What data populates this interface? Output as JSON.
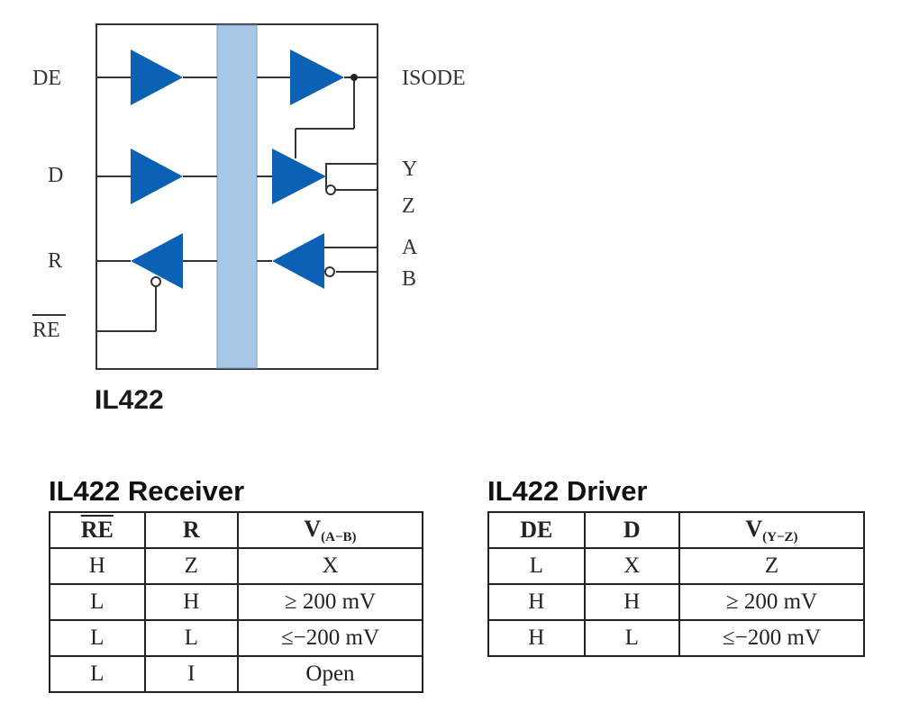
{
  "diagram": {
    "pins_left": {
      "de": "DE",
      "d": "D",
      "r": "R",
      "re": "RE"
    },
    "pins_right": {
      "isode": "ISODE",
      "y": "Y",
      "z": "Z",
      "a": "A",
      "b": "B"
    },
    "chip_name": "IL422",
    "colors": {
      "buffer": "#0b62b5",
      "isolation_barrier": "#a8c8e8",
      "line": "#333333"
    }
  },
  "receiver_table": {
    "title": "IL422 Receiver",
    "headers": {
      "re": "RE",
      "r": "R",
      "v_main": "V",
      "v_sub": "(A−B)"
    },
    "rows": [
      {
        "re": "H",
        "r": "Z",
        "v": "X"
      },
      {
        "re": "L",
        "r": "H",
        "v": "≥ 200 mV"
      },
      {
        "re": "L",
        "r": "L",
        "v": "≤−200 mV"
      },
      {
        "re": "L",
        "r": "I",
        "v": "Open"
      }
    ]
  },
  "driver_table": {
    "title": "IL422 Driver",
    "headers": {
      "de": "DE",
      "d": "D",
      "v_main": "V",
      "v_sub": "(Y−Z)"
    },
    "rows": [
      {
        "de": "L",
        "d": "X",
        "v": "Z"
      },
      {
        "de": "H",
        "d": "H",
        "v": "≥ 200 mV"
      },
      {
        "de": "H",
        "d": "L",
        "v": "≤−200 mV"
      }
    ]
  }
}
